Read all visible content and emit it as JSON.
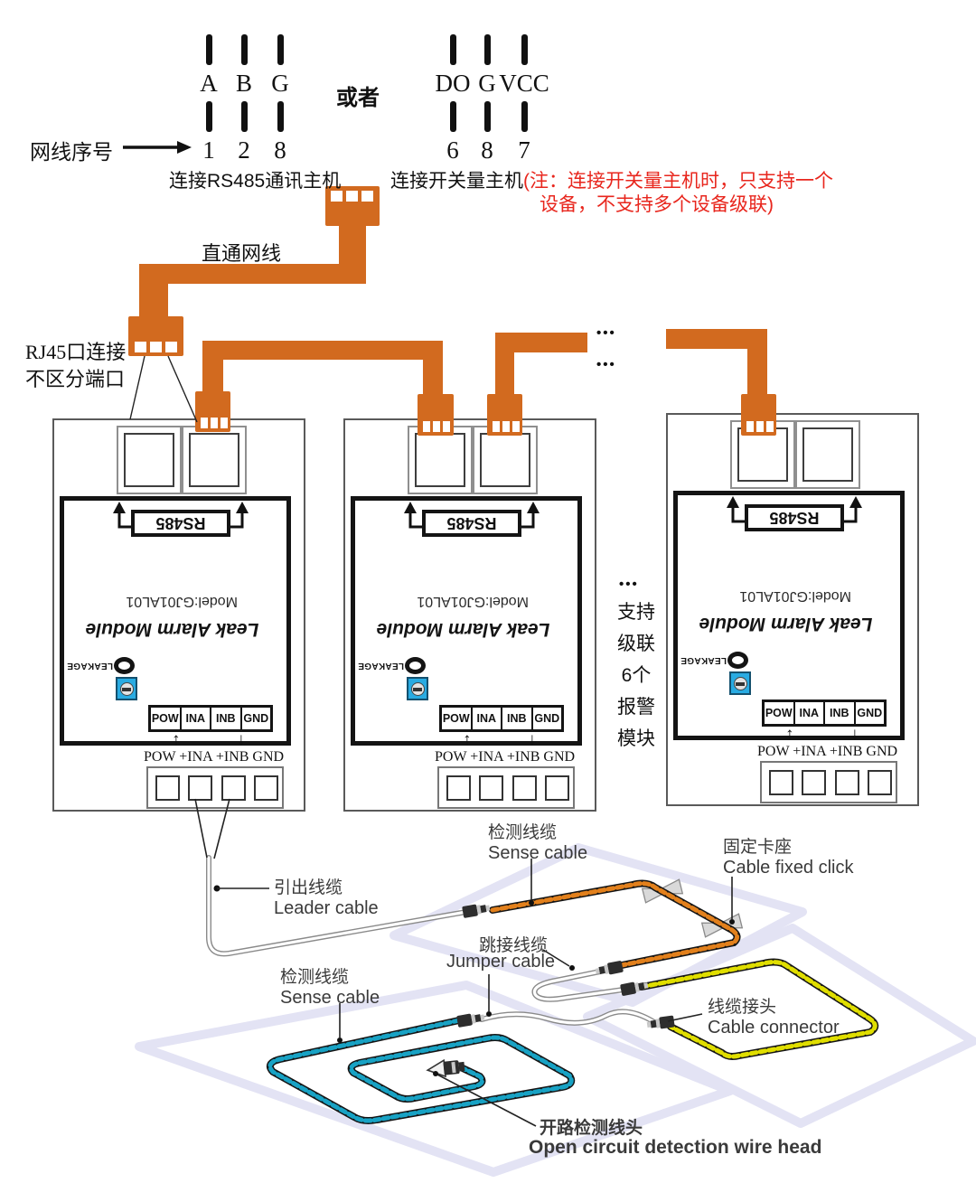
{
  "top_diagram": {
    "cable_series_label": "网线序号",
    "or_label": "或者",
    "rs485_group": {
      "caption": "连接RS485通讯主机",
      "pins": [
        {
          "name": "A",
          "number": "1"
        },
        {
          "name": "B",
          "number": "2"
        },
        {
          "name": "G",
          "number": "8"
        }
      ]
    },
    "switch_group": {
      "caption": "连接开关量主机",
      "note_line1": "(注：连接开关量主机时，只支持一个",
      "note_line2": "设备，不支持多个设备级联)",
      "pins": [
        {
          "name": "DO",
          "number": "6"
        },
        {
          "name": "G",
          "number": "8"
        },
        {
          "name": "VCC",
          "number": "7"
        }
      ]
    },
    "straight_cable_label": "直通网线",
    "rj45_note_line1": "RJ45口连接",
    "rj45_note_line2": "不区分端口"
  },
  "module": {
    "rs485_label": "RS485",
    "model_label": "Model:GJ01AL01",
    "name_label": "Leak Alarm Module",
    "leakage_label": "LEAKAGE",
    "terminals": [
      "POW",
      "INA",
      "INB",
      "GND"
    ],
    "terminal_row_label": "POW +INA +INB GND",
    "arrow_up": "↑",
    "arrow_down": "↓"
  },
  "cascade_note": {
    "dots": "•••",
    "lines": [
      "支持",
      "级联",
      "6个",
      "报警",
      "模块"
    ]
  },
  "floor_labels": {
    "sense_cable_1": {
      "zh": "检测线缆",
      "en": "Sense cable"
    },
    "leader_cable": {
      "zh": "引出线缆",
      "en": "Leader cable"
    },
    "jumper_cable": {
      "zh": "跳接线缆",
      "en": "Jumper cable"
    },
    "fixed_click": {
      "zh": "固定卡座",
      "en": "Cable fixed click"
    },
    "sense_cable_2": {
      "zh": "检测线缆",
      "en": "Sense cable"
    },
    "connector": {
      "zh": "线缆接头",
      "en": "Cable connector"
    },
    "wire_head": {
      "zh": "开路检测线头",
      "en": "Open circuit detection wire head"
    }
  },
  "colors": {
    "rj45_orange": "#D26A1F",
    "note_red": "#E8261D",
    "pot_blue": "#29ABE2",
    "sense_orange": "#E2801C",
    "sense_yellow": "#E0DE00",
    "sense_teal": "#18A2C4",
    "floor_tile": "#E3E3F4"
  }
}
